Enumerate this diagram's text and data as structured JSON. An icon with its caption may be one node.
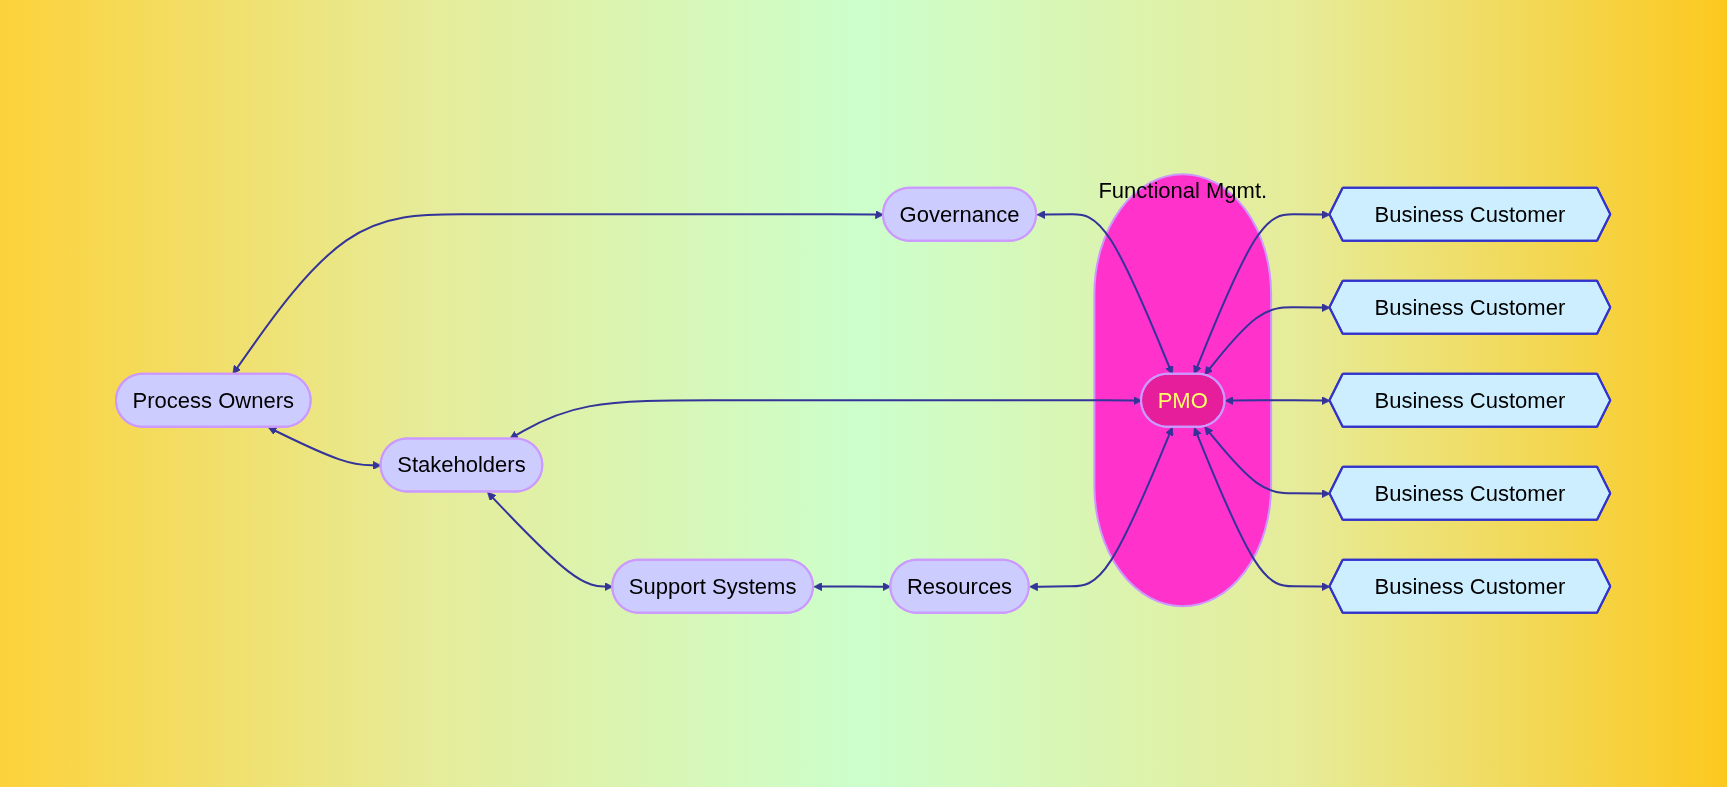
{
  "diagram": {
    "nodes": [
      {
        "text": [
          "Process Owners"
        ]
      },
      {
        "text": [
          "Governance"
        ]
      },
      {
        "text": [
          "Functional Mgmt."
        ]
      },
      {
        "text": [
          "PMO"
        ],
        "in": 2
      },
      {
        "text": [
          "Stakeholders"
        ]
      },
      {
        "text": [
          "Support Systems"
        ]
      },
      {
        "text": [
          "Resources"
        ]
      },
      {
        "text": [
          "Business Customer"
        ]
      },
      {
        "text": [
          "Business Customer"
        ]
      },
      {
        "text": [
          "Business Customer"
        ]
      },
      {
        "text": [
          "Business Customer"
        ]
      },
      {
        "text": [
          "Business Customer"
        ]
      }
    ],
    "edges": [
      {
        "from": 0,
        "to": 1,
        "arrow": "both"
      },
      {
        "from": 0,
        "to": 4,
        "arrow": "both"
      },
      {
        "from": 1,
        "to": 3,
        "arrow": "both"
      },
      {
        "from": 4,
        "to": 3,
        "arrow": "both"
      },
      {
        "from": 4,
        "to": 5,
        "arrow": "both"
      },
      {
        "from": 5,
        "to": 6,
        "arrow": "both"
      },
      {
        "from": 6,
        "to": 3,
        "arrow": "both"
      },
      {
        "from": 3,
        "to": 7,
        "arrow": "both"
      },
      {
        "from": 3,
        "to": 8,
        "arrow": "both"
      },
      {
        "from": 3,
        "to": 9,
        "arrow": "both"
      },
      {
        "from": 3,
        "to": 10,
        "arrow": "both"
      },
      {
        "from": 3,
        "to": 11,
        "arrow": "both"
      }
    ]
  }
}
